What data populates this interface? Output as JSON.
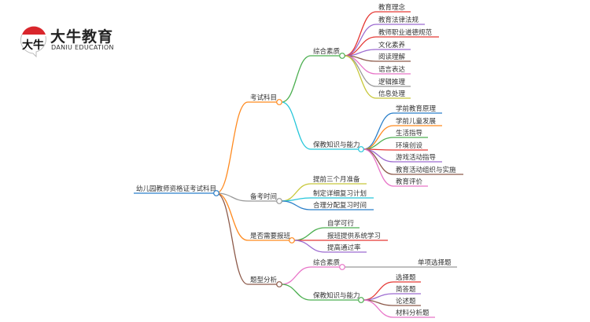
{
  "logo": {
    "brand": "大牛教育",
    "brand_en": "DANIU EDUCATION",
    "mark": "大牛"
  },
  "root": {
    "label": "幼儿园教师资格证考试科目",
    "color": "#2a7fc9"
  },
  "branches": [
    {
      "label": "考试科目",
      "color": "#ff8a1f",
      "children": [
        {
          "label": "综合素质",
          "color": "#4caf50",
          "children": [
            {
              "label": "教育理念",
              "color": "#e53935"
            },
            {
              "label": "教育法律法规",
              "color": "#9c6ad0"
            },
            {
              "label": "教师职业道德规范",
              "color": "#e53935"
            },
            {
              "label": "文化素养",
              "color": "#9c6ad0"
            },
            {
              "label": "阅读理解",
              "color": "#8d5a4a"
            },
            {
              "label": "语言表达",
              "color": "#e874c8"
            },
            {
              "label": "逻辑推理",
              "color": "#999999"
            },
            {
              "label": "信息处理",
              "color": "#c8c83a"
            }
          ]
        },
        {
          "label": "保教知识与能力",
          "color": "#26c6da",
          "children": [
            {
              "label": "学前教育原理",
              "color": "#2a7fc9"
            },
            {
              "label": "学前儿童发展",
              "color": "#ff8a1f"
            },
            {
              "label": "生活指导",
              "color": "#4caf50"
            },
            {
              "label": "环境创设",
              "color": "#e53935"
            },
            {
              "label": "游戏活动指导",
              "color": "#9c6ad0"
            },
            {
              "label": "教育活动组织与实施",
              "color": "#8d5a4a"
            },
            {
              "label": "教育评价",
              "color": "#e874c8"
            }
          ]
        }
      ]
    },
    {
      "label": "备考时间",
      "color": "#999999",
      "children": [
        {
          "label": "提前三个月准备",
          "color": "#c8c83a"
        },
        {
          "label": "制定详细复习计划",
          "color": "#26c6da"
        },
        {
          "label": "合理分配复习时间",
          "color": "#2a7fc9"
        }
      ]
    },
    {
      "label": "是否需要报班",
      "color": "#ff8a1f",
      "children": [
        {
          "label": "自学可行",
          "color": "#4caf50"
        },
        {
          "label": "报班提供系统学习",
          "color": "#e53935"
        },
        {
          "label": "提高通过率",
          "color": "#9c6ad0"
        }
      ]
    },
    {
      "label": "题型分析",
      "color": "#8d5a4a",
      "children": [
        {
          "label": "综合素质",
          "color": "#e874c8",
          "children": [
            {
              "label": "单项选择题",
              "color": "#999999"
            }
          ]
        },
        {
          "label": "保教知识与能力",
          "color": "#4caf50",
          "children": [
            {
              "label": "选择题",
              "color": "#e53935"
            },
            {
              "label": "简答题",
              "color": "#9c6ad0"
            },
            {
              "label": "论述题",
              "color": "#8d5a4a"
            },
            {
              "label": "材料分析题",
              "color": "#e874c8"
            }
          ]
        }
      ]
    }
  ]
}
